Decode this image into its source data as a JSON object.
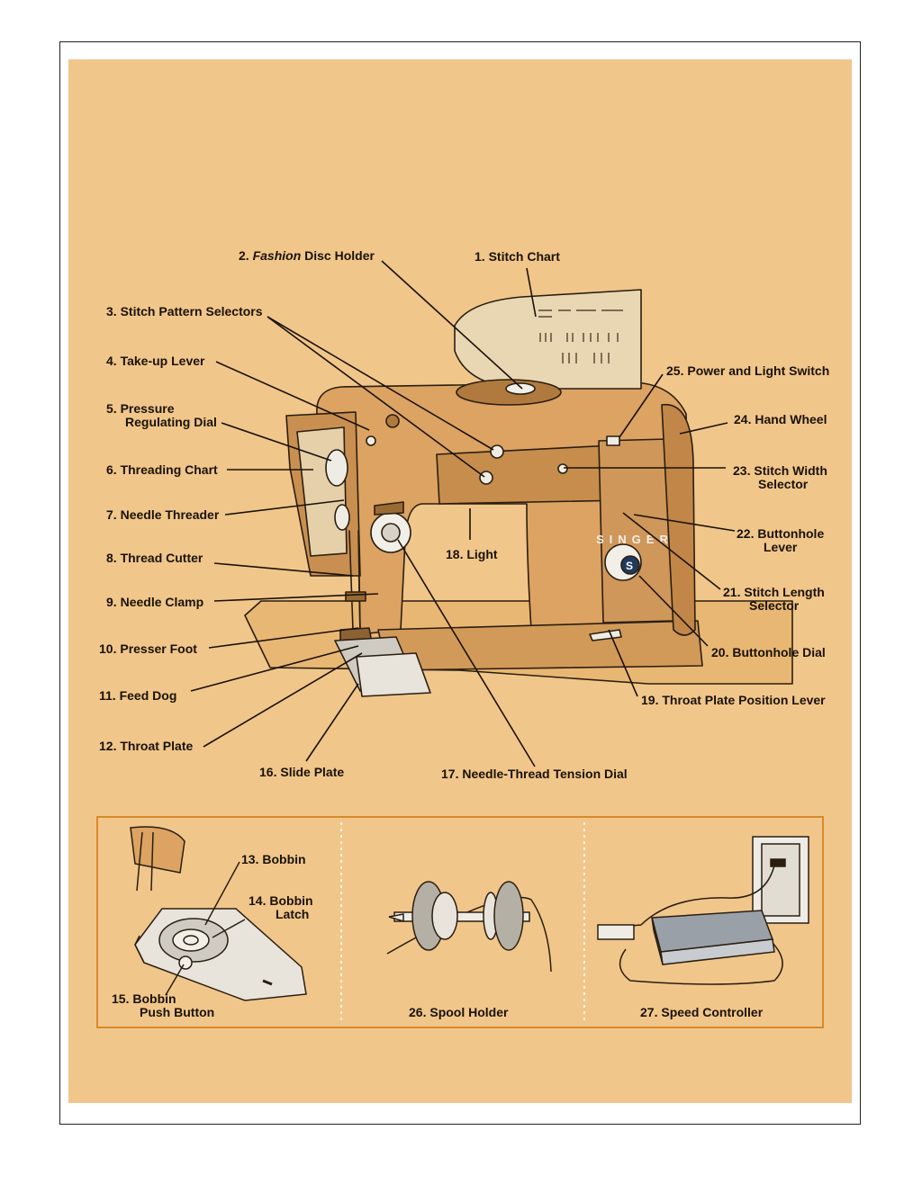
{
  "labels": {
    "l1": {
      "num": "1.",
      "text": "Stitch Chart"
    },
    "l2": {
      "num": "2.",
      "em": "Fashion",
      "text": "Disc Holder"
    },
    "l3": {
      "num": "3.",
      "text": "Stitch Pattern Selectors"
    },
    "l4": {
      "num": "4.",
      "text": "Take-up Lever"
    },
    "l5": {
      "num": "5.",
      "text": "Pressure",
      "text2": "Regulating Dial"
    },
    "l6": {
      "num": "6.",
      "text": "Threading Chart"
    },
    "l7": {
      "num": "7.",
      "text": "Needle Threader"
    },
    "l8": {
      "num": "8.",
      "text": "Thread Cutter"
    },
    "l9": {
      "num": "9.",
      "text": "Needle Clamp"
    },
    "l10": {
      "num": "10.",
      "text": "Presser Foot"
    },
    "l11": {
      "num": "11.",
      "text": "Feed Dog"
    },
    "l12": {
      "num": "12.",
      "text": "Throat Plate"
    },
    "l13": {
      "num": "13.",
      "text": "Bobbin"
    },
    "l14": {
      "num": "14.",
      "text": "Bobbin",
      "text2": "Latch"
    },
    "l15": {
      "num": "15.",
      "text": "Bobbin",
      "text2": "Push Button"
    },
    "l16": {
      "num": "16.",
      "text": "Slide Plate"
    },
    "l17": {
      "num": "17.",
      "text": "Needle-Thread Tension Dial"
    },
    "l18": {
      "num": "18.",
      "text": "Light"
    },
    "l19": {
      "num": "19.",
      "text": "Throat Plate Position Lever"
    },
    "l20": {
      "num": "20.",
      "text": "Buttonhole Dial"
    },
    "l21": {
      "num": "21.",
      "text": "Stitch Length",
      "text2": "Selector"
    },
    "l22": {
      "num": "22.",
      "text": "Buttonhole",
      "text2": "Lever"
    },
    "l23": {
      "num": "23.",
      "text": "Stitch Width",
      "text2": "Selector"
    },
    "l24": {
      "num": "24.",
      "text": "Hand Wheel"
    },
    "l25": {
      "num": "25.",
      "text": "Power and Light Switch"
    },
    "l26": {
      "num": "26.",
      "text": "Spool Holder"
    },
    "l27": {
      "num": "27.",
      "text": "Speed Controller"
    }
  },
  "machine": {
    "brand": "SINGER",
    "dial_letter": "S"
  },
  "colors": {
    "paper": "#f1c68b",
    "ink": "#1a1208",
    "panel_border": "#d9892a"
  }
}
